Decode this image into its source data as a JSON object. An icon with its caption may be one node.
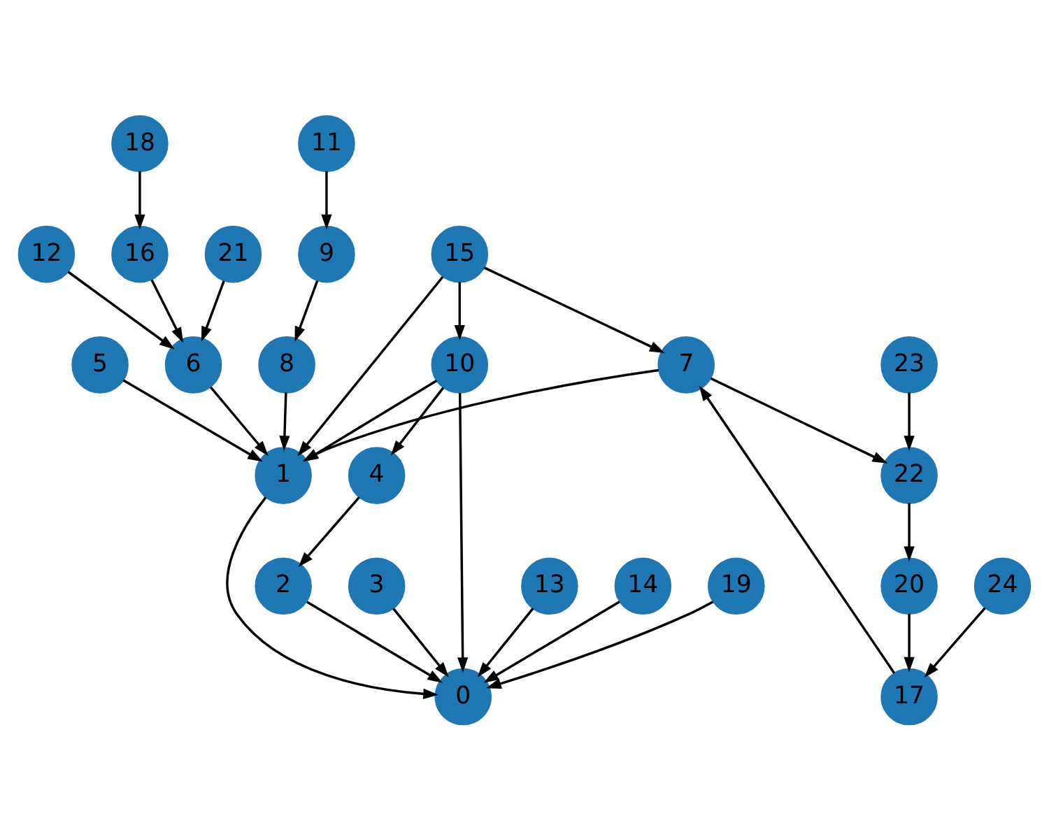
{
  "diagram": {
    "nodes": [
      {
        "text": [
          "0"
        ]
      },
      {
        "text": [
          "1"
        ]
      },
      {
        "text": [
          "2"
        ]
      },
      {
        "text": [
          "3"
        ]
      },
      {
        "text": [
          "4"
        ]
      },
      {
        "text": [
          "5"
        ]
      },
      {
        "text": [
          "6"
        ]
      },
      {
        "text": [
          "7"
        ]
      },
      {
        "text": [
          "8"
        ]
      },
      {
        "text": [
          "9"
        ]
      },
      {
        "text": [
          "10"
        ]
      },
      {
        "text": [
          "11"
        ]
      },
      {
        "text": [
          "12"
        ]
      },
      {
        "text": [
          "13"
        ]
      },
      {
        "text": [
          "14"
        ]
      },
      {
        "text": [
          "15"
        ]
      },
      {
        "text": [
          "16"
        ]
      },
      {
        "text": [
          "17"
        ]
      },
      {
        "text": [
          "18"
        ]
      },
      {
        "text": [
          "19"
        ]
      },
      {
        "text": [
          "20"
        ]
      },
      {
        "text": [
          "21"
        ]
      },
      {
        "text": [
          "22"
        ]
      },
      {
        "text": [
          "23"
        ]
      },
      {
        "text": [
          "24"
        ]
      }
    ],
    "edges": [
      {
        "from": 23,
        "to": 22,
        "arrow": "to"
      },
      {
        "from": 22,
        "to": 20,
        "arrow": "to"
      },
      {
        "from": 20,
        "to": 17,
        "arrow": "to"
      },
      {
        "from": 24,
        "to": 17,
        "arrow": "to"
      },
      {
        "from": 17,
        "to": 7,
        "arrow": "to"
      },
      {
        "from": 7,
        "to": 22,
        "arrow": "to"
      },
      {
        "from": 7,
        "to": 1,
        "arrow": "to"
      },
      {
        "from": 11,
        "to": 9,
        "arrow": "to"
      },
      {
        "from": 9,
        "to": 8,
        "arrow": "to"
      },
      {
        "from": 8,
        "to": 1,
        "arrow": "to"
      },
      {
        "from": 15,
        "to": 10,
        "arrow": "to"
      },
      {
        "from": 15,
        "to": 7,
        "arrow": "to"
      },
      {
        "from": 15,
        "to": 1,
        "arrow": "to"
      },
      {
        "from": 10,
        "to": 4,
        "arrow": "to"
      },
      {
        "from": 10,
        "to": 1,
        "arrow": "to"
      },
      {
        "from": 10,
        "to": 0,
        "arrow": "to"
      },
      {
        "from": 5,
        "to": 1,
        "arrow": "to"
      },
      {
        "from": 4,
        "to": 2,
        "arrow": "to"
      },
      {
        "from": 2,
        "to": 0,
        "arrow": "to"
      },
      {
        "from": 1,
        "to": 0,
        "arrow": "to"
      },
      {
        "from": 3,
        "to": 0,
        "arrow": "to"
      },
      {
        "from": 13,
        "to": 0,
        "arrow": "to"
      },
      {
        "from": 14,
        "to": 0,
        "arrow": "to"
      },
      {
        "from": 19,
        "to": 0,
        "arrow": "to"
      },
      {
        "from": 18,
        "to": 16,
        "arrow": "to"
      },
      {
        "from": 16,
        "to": 6,
        "arrow": "to"
      },
      {
        "from": 12,
        "to": 6,
        "arrow": "to"
      },
      {
        "from": 21,
        "to": 6,
        "arrow": "to"
      },
      {
        "from": 6,
        "to": 1,
        "arrow": "to"
      }
    ]
  }
}
